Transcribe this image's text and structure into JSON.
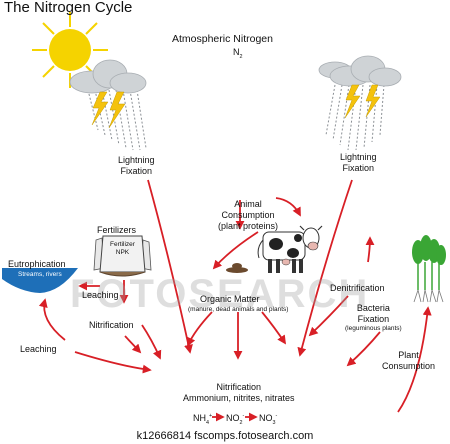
{
  "title": "The Nitrogen Cycle",
  "atmosphere": {
    "label": "Atmospheric Nitrogen",
    "formula": "N",
    "formula_sub": "2"
  },
  "lightning_left": {
    "line1": "Lightning",
    "line2": "Fixation"
  },
  "lightning_right": {
    "line1": "Lightning",
    "line2": "Fixation"
  },
  "animal": {
    "line1": "Animal",
    "line2": "Consumption",
    "line3": "(plant proteins)"
  },
  "fertilizers": {
    "label": "Fertilizers",
    "bag_line1": "Fertilizer",
    "bag_line2": "NPK"
  },
  "eutrophication": {
    "label": "Eutrophication",
    "sub": "Streams, rivers"
  },
  "leaching_upper": "Leaching",
  "leaching_lower": "Leaching",
  "nitrification_left": "Nitrification",
  "organic": {
    "label": "Organic Matter",
    "sub": "(manure, dead animals and plants)"
  },
  "denitrification": "Denitrification",
  "bacteria": {
    "line1": "Bacteria",
    "line2": "Fixation",
    "line3": "(leguminous plants)"
  },
  "plant_consumption": {
    "line1": "Plant",
    "line2": "Consumption"
  },
  "nitrification_bottom": {
    "line1": "Nitrification",
    "line2": "Ammonium, nitrites, nitrates"
  },
  "chem": {
    "nh4": "NH",
    "nh4_sub": "4",
    "nh4_sup": "+",
    "no2": "NO",
    "no2_sub": "2",
    "no2_sup": "-",
    "no3": "NO",
    "no3_sub": "3",
    "no3_sup": "-"
  },
  "watermark": "FOTOSEARCH",
  "footer": "k12666814   fscomps.fotosearch.com",
  "colors": {
    "arrow": "#d81f26",
    "sun": "#f5d300",
    "lightning": "#f4c20d",
    "water": "#1e6fb8",
    "plant": "#3aa635",
    "cloud": "#cfd3d6"
  }
}
